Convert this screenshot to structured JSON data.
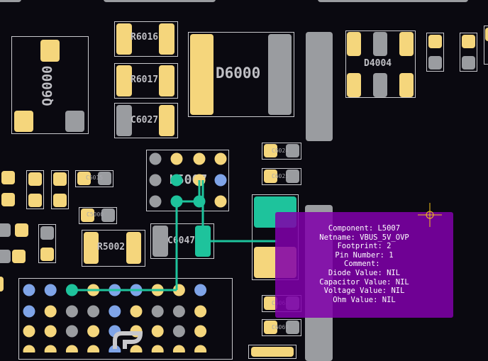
{
  "designators": {
    "q6000": "Q6000",
    "r6016": "R6016",
    "r6017": "R6017",
    "c6027": "C6027",
    "d6000": "D6000",
    "d4004": "D4004",
    "l5007": "L5007",
    "r5002": "R5002",
    "c6047": "C6047",
    "c6024": "C6024",
    "c6025": "C6025",
    "c5015": "C5015",
    "c5000": "C5000",
    "c6068": "C6068",
    "c6069": "C6069"
  },
  "tooltip": {
    "component_label": "Component:",
    "component_value": "L5007",
    "netname_label": "Netname:",
    "netname_value": "VBUS_5V_OVP",
    "footprint_label": "Footprint:",
    "footprint_value": "2",
    "pin_number_label": "Pin Number:",
    "pin_number_value": "1",
    "comment_label": "Comment:",
    "comment_value": "",
    "diode_label": "Diode Value:",
    "diode_value": "NIL",
    "capacitor_label": "Capacitor Value:",
    "capacitor_value": "NIL",
    "voltage_label": "Voltage Value:",
    "voltage_value": "NIL",
    "ohm_label": "Ohm Value:",
    "ohm_value": "NIL"
  },
  "colors": {
    "background": "#0a0910",
    "pad_gold": "#f5d67c",
    "pad_gray": "#9a9ca0",
    "bga_blue": "#7fa4e8",
    "net_highlight": "#1ec39c",
    "tooltip_bg": "#8000aa",
    "cursor": "#f5c518"
  },
  "icons": {
    "cursor": "crosshair-cursor-icon"
  }
}
